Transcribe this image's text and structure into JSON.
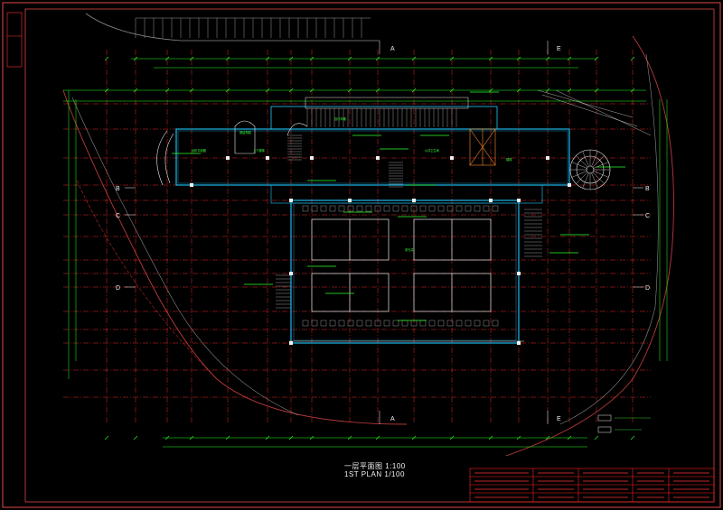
{
  "caption": {
    "chinese_title": "一层平面图  1:100",
    "english_title": "1ST PLAN  1/100"
  },
  "axis_labels": {
    "top": [
      "A",
      "E"
    ],
    "bottom": [
      "A",
      "E"
    ],
    "left": [
      "B",
      "C",
      "D"
    ],
    "right": [
      "B",
      "C",
      "D"
    ]
  },
  "room_labels": [
    "台阶平面图",
    "钢结构图",
    "上下楼梯",
    "自行车棚",
    "公共卫生间",
    "楼梯",
    "采光井"
  ],
  "colors": {
    "background": "#000000",
    "grid_lines": "#ff3030",
    "dimension_lines": "#22ff22",
    "walls": "#22c9ff",
    "fixtures": "#e8e8e8",
    "title_block": "#ff2020",
    "orange_detail": "#ff8a2a"
  }
}
